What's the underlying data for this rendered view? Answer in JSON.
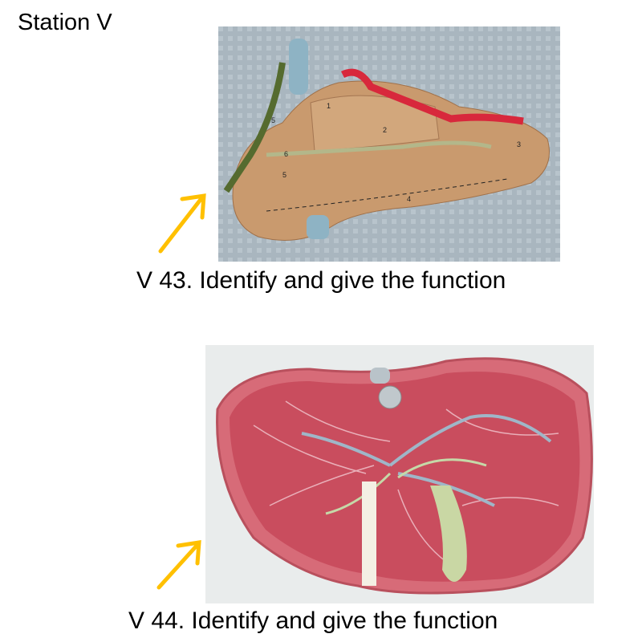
{
  "station_title": "Station V",
  "questions": [
    {
      "caption": "V 43. Identify and give the function",
      "photo_labels": [
        "1",
        "2",
        "3",
        "4",
        "5",
        "6",
        "5"
      ]
    },
    {
      "caption": "V 44. Identify and give the function"
    }
  ],
  "colors": {
    "arrow": "#ffc000"
  }
}
